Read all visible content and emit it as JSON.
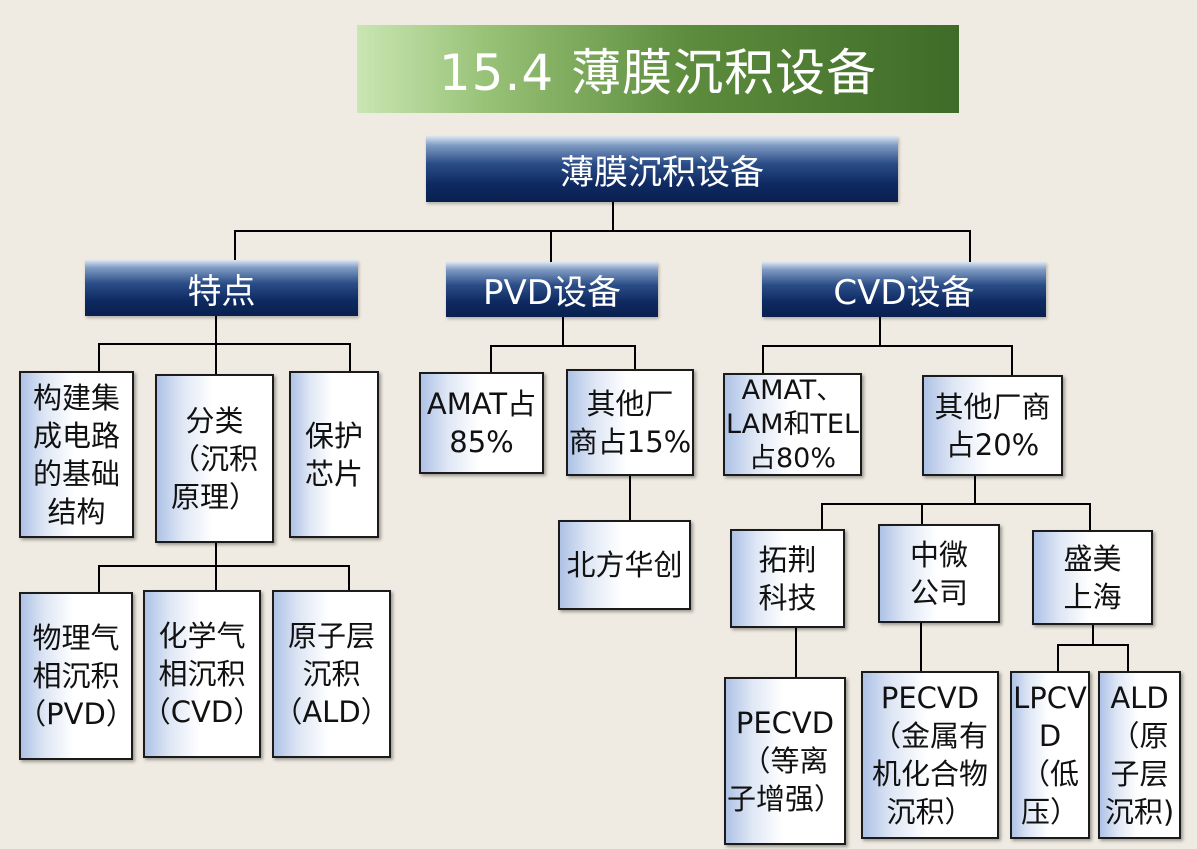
{
  "title": "15.4 薄膜沉积设备",
  "root": "薄膜沉积设备",
  "features": {
    "label": "特点",
    "items": [
      "构建集\n成电路\n的基础\n结构",
      "分类\n（沉积\n原理）",
      "保护\n芯片"
    ],
    "types": [
      "物理气\n相沉积\n（PVD）",
      "化学气\n相沉积\n（CVD）",
      "原子层\n沉积\n（ALD）"
    ]
  },
  "pvd": {
    "label": "PVD设备",
    "amat": "AMAT占\n85%",
    "others": "其他厂\n商占15%",
    "naura": "北方华创"
  },
  "cvd": {
    "label": "CVD设备",
    "amat": "AMAT、\nLAM和TEL\n占80%",
    "others": "其他厂商\n占20%",
    "vendors": [
      "拓荆\n科技",
      "中微\n公司",
      "盛美\n上海"
    ],
    "piotech_product": "PECVD\n（等离\n子增强）",
    "amec_product": "PECVD\n（金属有\n机化合物\n沉积）",
    "acm_products": [
      "LPCV\nD\n（低\n压）",
      "ALD\n（原\n子层\n沉积)"
    ]
  }
}
